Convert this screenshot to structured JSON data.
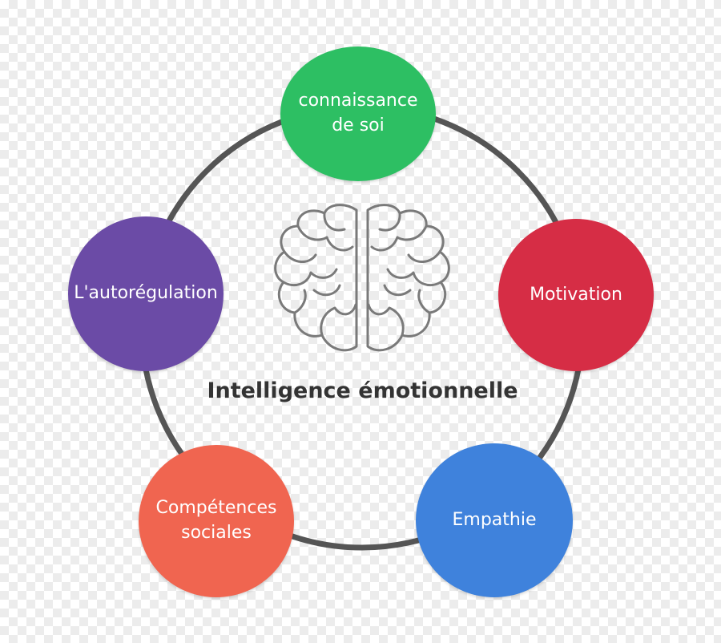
{
  "diagram": {
    "title": "Intelligence émotionnelle",
    "center_icon": "brain-icon",
    "ring_color": "#555555",
    "icon_color": "#7a7a7a",
    "nodes": [
      {
        "label": "connaissance\nde soi",
        "color": "#2dbf63"
      },
      {
        "label": "Motivation",
        "color": "#d62d45"
      },
      {
        "label": "Empathie",
        "color": "#3f82dc"
      },
      {
        "label": "Compétences\nsociales",
        "color": "#f06550"
      },
      {
        "label": "L'autorégulation",
        "color": "#6b4ba6"
      }
    ]
  }
}
